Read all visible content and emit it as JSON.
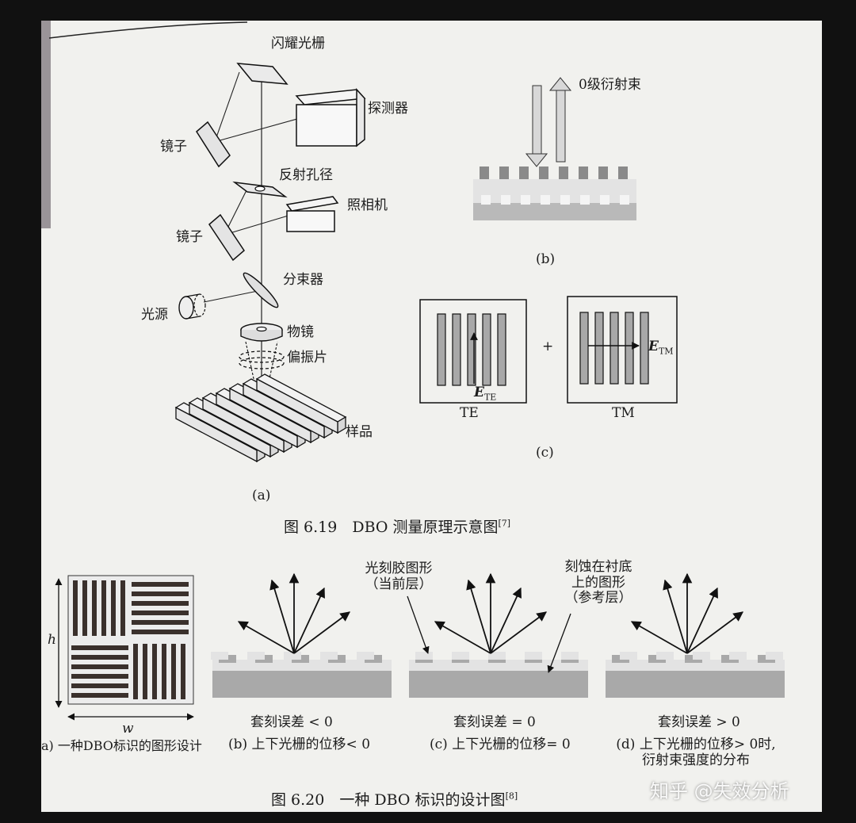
{
  "fig619": {
    "a": {
      "blazed_grating": "闪耀光栅",
      "detector": "探测器",
      "mirror_top": "镜子",
      "reflective_aperture": "反射孔径",
      "camera": "照相机",
      "mirror_mid": "镜子",
      "beam_splitter": "分束器",
      "light_source": "光源",
      "objective": "物镜",
      "polarizer": "偏振片",
      "sample": "样品",
      "label": "(a)"
    },
    "b": {
      "beam": "0级衍射束",
      "label": "(b)"
    },
    "c": {
      "te": "TE",
      "tm": "TM",
      "plus": "+",
      "e_te_main": "E",
      "e_te_sub": "TE",
      "e_tm_main": "E",
      "e_tm_sub": "TM",
      "label": "(c)"
    },
    "caption": "图 6.19　DBO 测量原理示意图",
    "caption_ref": "[7]"
  },
  "fig620": {
    "a": {
      "h": "h",
      "w": "w",
      "caption": "a) 一种DBO标识的图形设计"
    },
    "b": {
      "condition": "套刻误差 < 0",
      "caption": "(b) 上下光栅的位移< 0"
    },
    "c": {
      "condition": "套刻误差 = 0",
      "caption": "(c) 上下光栅的位移= 0",
      "resist_line1": "光刻胶图形",
      "resist_line2": "（当前层）",
      "etch_line1": "刻蚀在衬底",
      "etch_line2": "上的图形",
      "etch_line3": "（参考层）"
    },
    "d": {
      "condition": "套刻误差 > 0",
      "caption_line1": "(d) 上下光栅的位移> 0时,",
      "caption_line2": "衍射束强度的分布"
    },
    "caption": "图 6.20　一种 DBO 标识的设计图",
    "caption_ref": "[8]"
  },
  "watermark": "知乎 @失效分析"
}
